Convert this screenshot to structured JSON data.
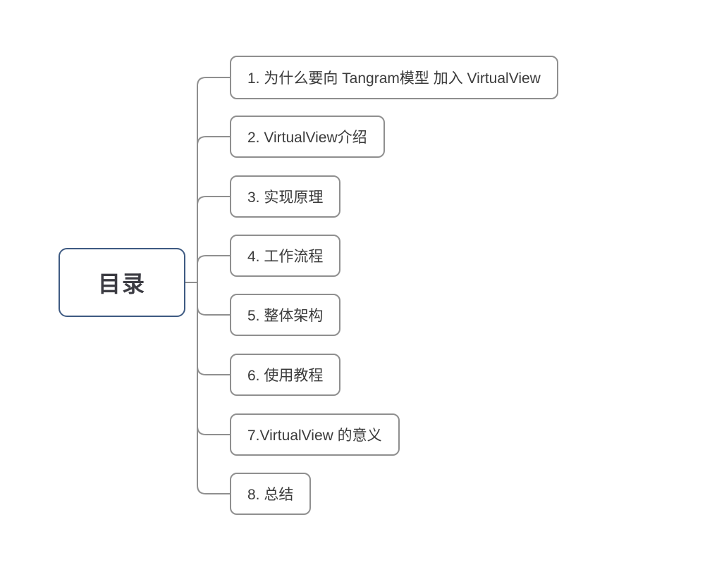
{
  "diagram": {
    "type": "mindmap-tree",
    "background": "#ffffff",
    "root": {
      "label": "目录",
      "border_color": "#3e5a82",
      "text_color": "#3b3b42"
    },
    "nodes": [
      {
        "label": "1. 为什么要向 Tangram模型 加入 VirtualView"
      },
      {
        "label": "2. VirtualView介绍"
      },
      {
        "label": "3. 实现原理"
      },
      {
        "label": "4. 工作流程"
      },
      {
        "label": "5. 整体架构"
      },
      {
        "label": "6. 使用教程"
      },
      {
        "label": "7.VirtualView 的意义"
      },
      {
        "label": "8. 总结"
      }
    ],
    "style": {
      "node_border_color": "#8f8f8f",
      "node_text_color": "#3b3b3b",
      "connector_color": "#8f8f8f",
      "connector_width": 2
    }
  }
}
